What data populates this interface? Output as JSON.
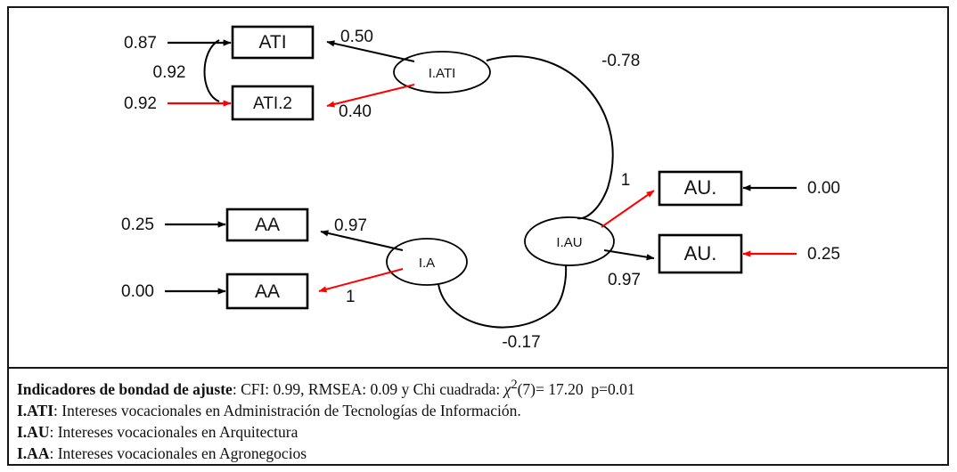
{
  "diagram": {
    "type": "sem-path-diagram",
    "observed_variables": [
      {
        "id": "ati1",
        "label": "ATI"
      },
      {
        "id": "ati2",
        "label": "ATI.2"
      },
      {
        "id": "aa1",
        "label": "AA"
      },
      {
        "id": "aa2",
        "label": "AA"
      },
      {
        "id": "au1",
        "label": "AU."
      },
      {
        "id": "au2",
        "label": "AU."
      }
    ],
    "latent_variables": [
      {
        "id": "iati",
        "label": "I.ATI"
      },
      {
        "id": "ia",
        "label": "I.A"
      },
      {
        "id": "iau",
        "label": "I.AU"
      }
    ],
    "residuals": [
      {
        "target": "ati1",
        "value": "0.87",
        "color": "#000000"
      },
      {
        "target": "ati2",
        "value": "0.92",
        "color": "#FF0000"
      },
      {
        "target": "aa1",
        "value": "0.25",
        "color": "#000000"
      },
      {
        "target": "aa2",
        "value": "0.00",
        "color": "#000000"
      },
      {
        "target": "au1",
        "value": "0.00",
        "color": "#000000"
      },
      {
        "target": "au2",
        "value": "0.25",
        "color": "#FF0000"
      }
    ],
    "loadings": [
      {
        "from": "iati",
        "to": "ati1",
        "value": "0.50",
        "color": "#000000"
      },
      {
        "from": "iati",
        "to": "ati2",
        "value": "0.40",
        "color": "#FF0000"
      },
      {
        "from": "ia",
        "to": "aa1",
        "value": "0.97",
        "color": "#000000"
      },
      {
        "from": "ia",
        "to": "aa2",
        "value": "1",
        "color": "#FF0000"
      },
      {
        "from": "iau",
        "to": "au1",
        "value": "1",
        "color": "#FF0000"
      },
      {
        "from": "iau",
        "to": "au2",
        "value": "0.97",
        "color": "#000000"
      }
    ],
    "covariances": [
      {
        "between": "ati1-ati2",
        "value": "0.92",
        "color": "#000000"
      },
      {
        "between": "iati-iau",
        "value": "-0.78",
        "color": "#000000"
      },
      {
        "between": "ia-iau",
        "value": "-0.17",
        "color": "#000000"
      }
    ],
    "labels": {
      "res_ati1": "0.87",
      "res_ati2": "0.92",
      "res_aa1": "0.25",
      "res_aa2": "0.00",
      "res_au1": "0.00",
      "res_au2": "0.25",
      "load_iati_ati1": "0.50",
      "load_iati_ati2": "0.40",
      "load_ia_aa1": "0.97",
      "load_ia_aa2": "1",
      "load_iau_au1": "1",
      "load_iau_au2": "0.97",
      "cov_ati": "0.92",
      "cov_iati_iau": "-0.78",
      "cov_ia_iau": "-0.17"
    },
    "node_labels": {
      "ati1": "ATI",
      "ati2": "ATI.2",
      "aa1": "AA",
      "aa2": "AA",
      "au1": "AU.",
      "au2": "AU.",
      "iati": "I.ATI",
      "ia": "I.A",
      "iau": "I.AU"
    }
  },
  "footer": {
    "fit_line": {
      "bold_prefix": "Indicadores de bondad de ajuste",
      "cfi_text": ": CFI: 0.99, RMSEA: 0.09 y Chi cuadrada: ",
      "chi_symbol": "χ",
      "chi_exponent": "2",
      "chi_df": "(7)=",
      "chi_value": "17.20",
      "p_value": "p=0.01"
    },
    "legend": [
      {
        "abbr": "I.ATI",
        "text": ": Intereses vocacionales en Administración de Tecnologías de Información."
      },
      {
        "abbr": "I.AU",
        "text": ": Intereses vocacionales en Arquitectura"
      },
      {
        "abbr": "I.AA",
        "text": ": Intereses vocacionales en Agronegocios"
      }
    ]
  },
  "colors": {
    "border": "#161616",
    "red": "#FF0000",
    "black": "#000000",
    "background": "#FFFFFF"
  }
}
